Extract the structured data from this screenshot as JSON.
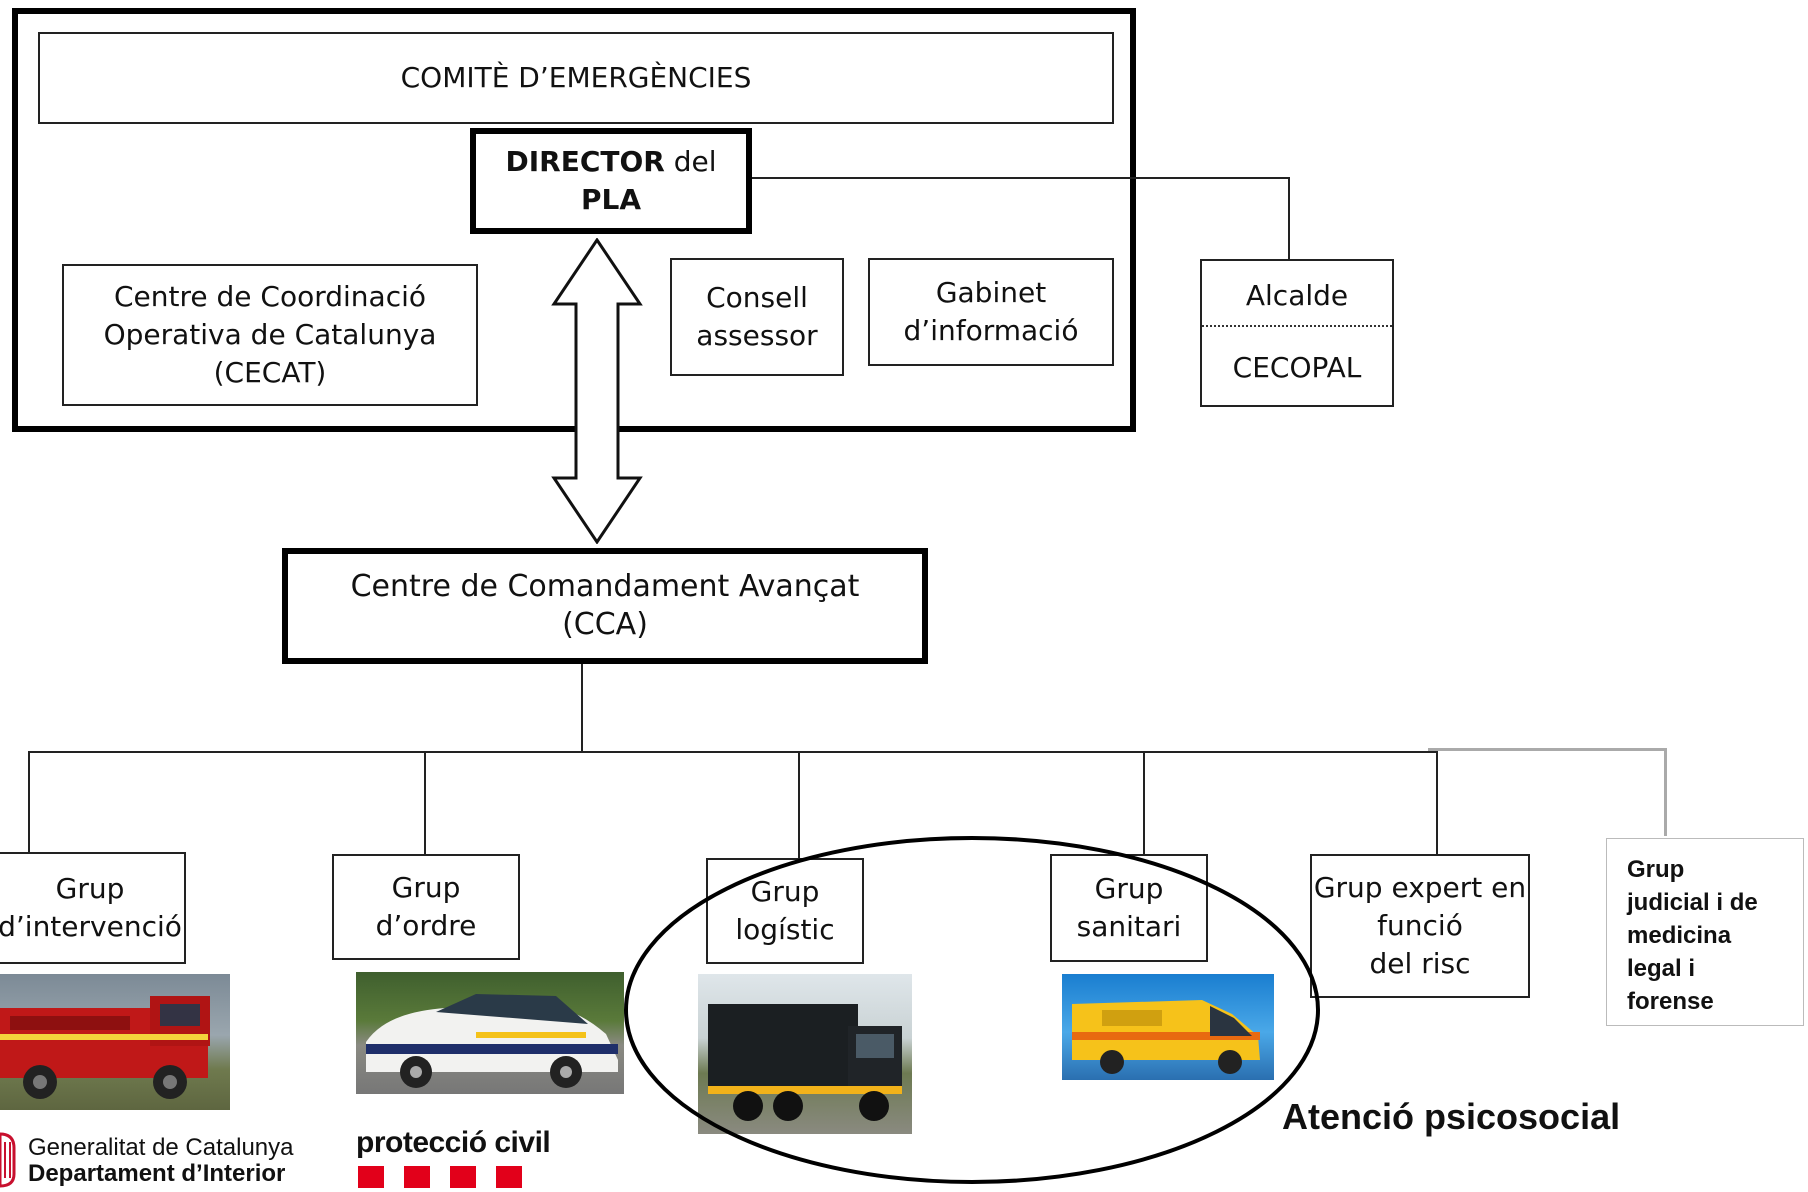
{
  "outer_frame": {},
  "comite": {
    "label": "COMITÈ D’EMERGÈNCIES"
  },
  "director": {
    "bold": "DIRECTOR",
    "rest": " del",
    "line2": "PLA"
  },
  "cecat": {
    "line1": "Centre de Coordinació",
    "line2": "Operativa de Catalunya",
    "line3": "(CECAT)"
  },
  "consell": {
    "line1": "Consell",
    "line2": "assessor"
  },
  "gabinet": {
    "line1": "Gabinet",
    "line2": "d’informació"
  },
  "alcalde": {
    "top": "Alcalde",
    "bottom": "CECOPAL"
  },
  "cca": {
    "line1": "Centre de Comandament Avançat",
    "line2": "(CCA)"
  },
  "groups": {
    "intervencio": {
      "line1": "Grup",
      "line2": "d’intervenció"
    },
    "ordre": {
      "line1": "Grup",
      "line2": "d’ordre"
    },
    "logistic": {
      "line1": "Grup",
      "line2": "logístic"
    },
    "sanitari": {
      "line1": "Grup",
      "line2": "sanitari"
    },
    "expert": {
      "line1": "Grup expert en",
      "line2": "funció",
      "line3": "del risc"
    },
    "judicial": {
      "line1": "Grup",
      "line2": "judicial i de",
      "line3": "medicina",
      "line4": "legal i",
      "line5": "forense"
    }
  },
  "atencio": {
    "label": "Atenció psicosocial"
  },
  "logos": {
    "generalitat_line1": "Generalitat de Catalunya",
    "generalitat_line2": "Departament d’Interior",
    "proteccio": "protecció civil"
  },
  "colors": {
    "proteccio_red": "#e2001a",
    "ambulance_yellow": "#f6c21a",
    "fire_red": "#c01818"
  }
}
